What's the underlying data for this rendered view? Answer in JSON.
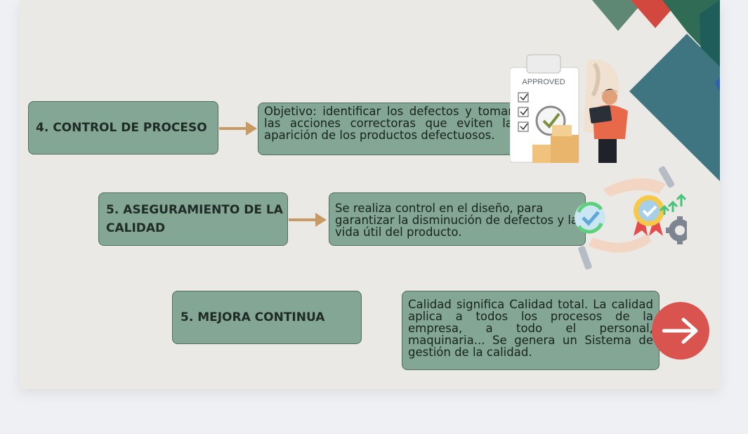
{
  "sections": [
    {
      "title": "4. CONTROL DE PROCESO",
      "description": "Objetivo: identificar los defectos y tomar las acciones correctoras que eviten la aparición de los productos defectuosos."
    },
    {
      "title": "5. ASEGURAMIENTO DE LA CALIDAD",
      "description": "Se realiza control en el diseño, para garantizar la disminución de defectos y la vida útil del producto."
    },
    {
      "title": "5. MEJORA CONTINUA",
      "description": "Calidad significa Calidad total. La calidad aplica a todos los procesos de la empresa, a todo el personal, maquinaria... Se genera un Sistema de gestión de la calidad."
    }
  ],
  "illustration": {
    "clipboard_text": "APPROVED"
  },
  "icons": {
    "clipboard": "clipboard-approved-icon",
    "person": "person-with-tablet-icon",
    "magnifier": "magnifier-icon",
    "boxes": "boxes-icon",
    "hands": "hands-holding-icon",
    "badge": "award-badge-icon",
    "refresh": "refresh-check-icon",
    "gear": "gear-icon",
    "next": "next-arrow-icon"
  },
  "colors": {
    "box_fill": "#84a694",
    "box_border": "#4f6d5c",
    "arrow": "#c89a63",
    "next_button": "#d9534f",
    "slide_bg": "#ebe9e5"
  }
}
